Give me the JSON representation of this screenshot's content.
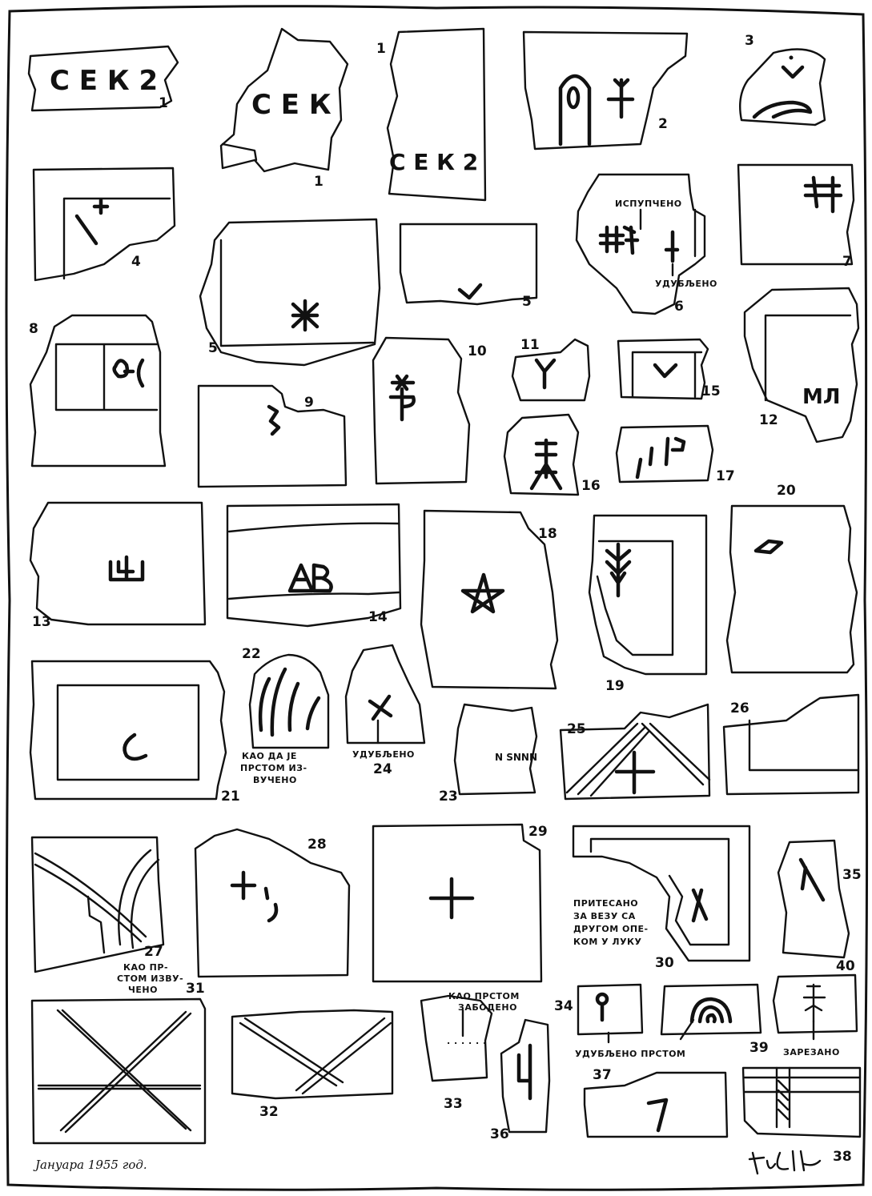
{
  "fragments": [
    {
      "id": "f1a",
      "label": "1",
      "inscription": "С Е К 2"
    },
    {
      "id": "f1b",
      "label": "1",
      "inscription": "С Е К"
    },
    {
      "id": "f1c",
      "label": "1",
      "inscription": "С Е К 2"
    },
    {
      "id": "f2",
      "label": "2"
    },
    {
      "id": "f3",
      "label": "3"
    },
    {
      "id": "f4",
      "label": "4"
    },
    {
      "id": "f5a",
      "label": "5"
    },
    {
      "id": "f5b",
      "label": "5"
    },
    {
      "id": "f6",
      "label": "6"
    },
    {
      "id": "f7",
      "label": "7"
    },
    {
      "id": "f8",
      "label": "8"
    },
    {
      "id": "f9",
      "label": "9"
    },
    {
      "id": "f10",
      "label": "10"
    },
    {
      "id": "f11",
      "label": "11"
    },
    {
      "id": "f12",
      "label": "12",
      "inscription": "МЛ"
    },
    {
      "id": "f13",
      "label": "13"
    },
    {
      "id": "f14",
      "label": "14"
    },
    {
      "id": "f15",
      "label": "15"
    },
    {
      "id": "f16",
      "label": "16"
    },
    {
      "id": "f17",
      "label": "17"
    },
    {
      "id": "f18",
      "label": "18"
    },
    {
      "id": "f19",
      "label": "19"
    },
    {
      "id": "f20",
      "label": "20"
    },
    {
      "id": "f21",
      "label": "21"
    },
    {
      "id": "f22",
      "label": "22"
    },
    {
      "id": "f23",
      "label": "23",
      "inscription": "N SNNN"
    },
    {
      "id": "f24",
      "label": "24"
    },
    {
      "id": "f25",
      "label": "25"
    },
    {
      "id": "f26",
      "label": "26"
    },
    {
      "id": "f27",
      "label": "27"
    },
    {
      "id": "f28",
      "label": "28"
    },
    {
      "id": "f29",
      "label": "29"
    },
    {
      "id": "f30",
      "label": "30"
    },
    {
      "id": "f31",
      "label": "31"
    },
    {
      "id": "f32",
      "label": "32"
    },
    {
      "id": "f33",
      "label": "33"
    },
    {
      "id": "f34",
      "label": "34"
    },
    {
      "id": "f35",
      "label": "35"
    },
    {
      "id": "f36",
      "label": "36"
    },
    {
      "id": "f37",
      "label": "37"
    },
    {
      "id": "f38",
      "label": "38"
    },
    {
      "id": "f39",
      "label": "39"
    },
    {
      "id": "f40",
      "label": "40"
    }
  ],
  "annotations": {
    "ispupcheno": "ИСПУПЧЕНО",
    "udubljeno_6": "УДУБЉЕНО",
    "kao_da_je": [
      "КАО ДА ЈЕ",
      "ПРСТОМ ИЗ-",
      "ВУЧЕНО"
    ],
    "udubljeno_24": "УДУБЉЕНО",
    "kao_prstom_27": [
      "КАО ПР-",
      "СТОМ ИЗВУ-",
      "ЧЕНО"
    ],
    "pritesano": [
      "ПРИТЕСАНО",
      "ЗА ВЕЗУ СА",
      "ДРУГОМ ОПЕ-",
      "КОМ У ЛУКУ"
    ],
    "kao_prstom_zabodeno": [
      "КАО ПРСТОМ",
      "ЗАБОДЕНО"
    ],
    "udubljeno_prstom": "УДУБЉЕНО ПРСТОМ",
    "zarezano": "ЗАРЕЗАНО"
  },
  "footer": {
    "date": "Јануара 1955 год."
  }
}
